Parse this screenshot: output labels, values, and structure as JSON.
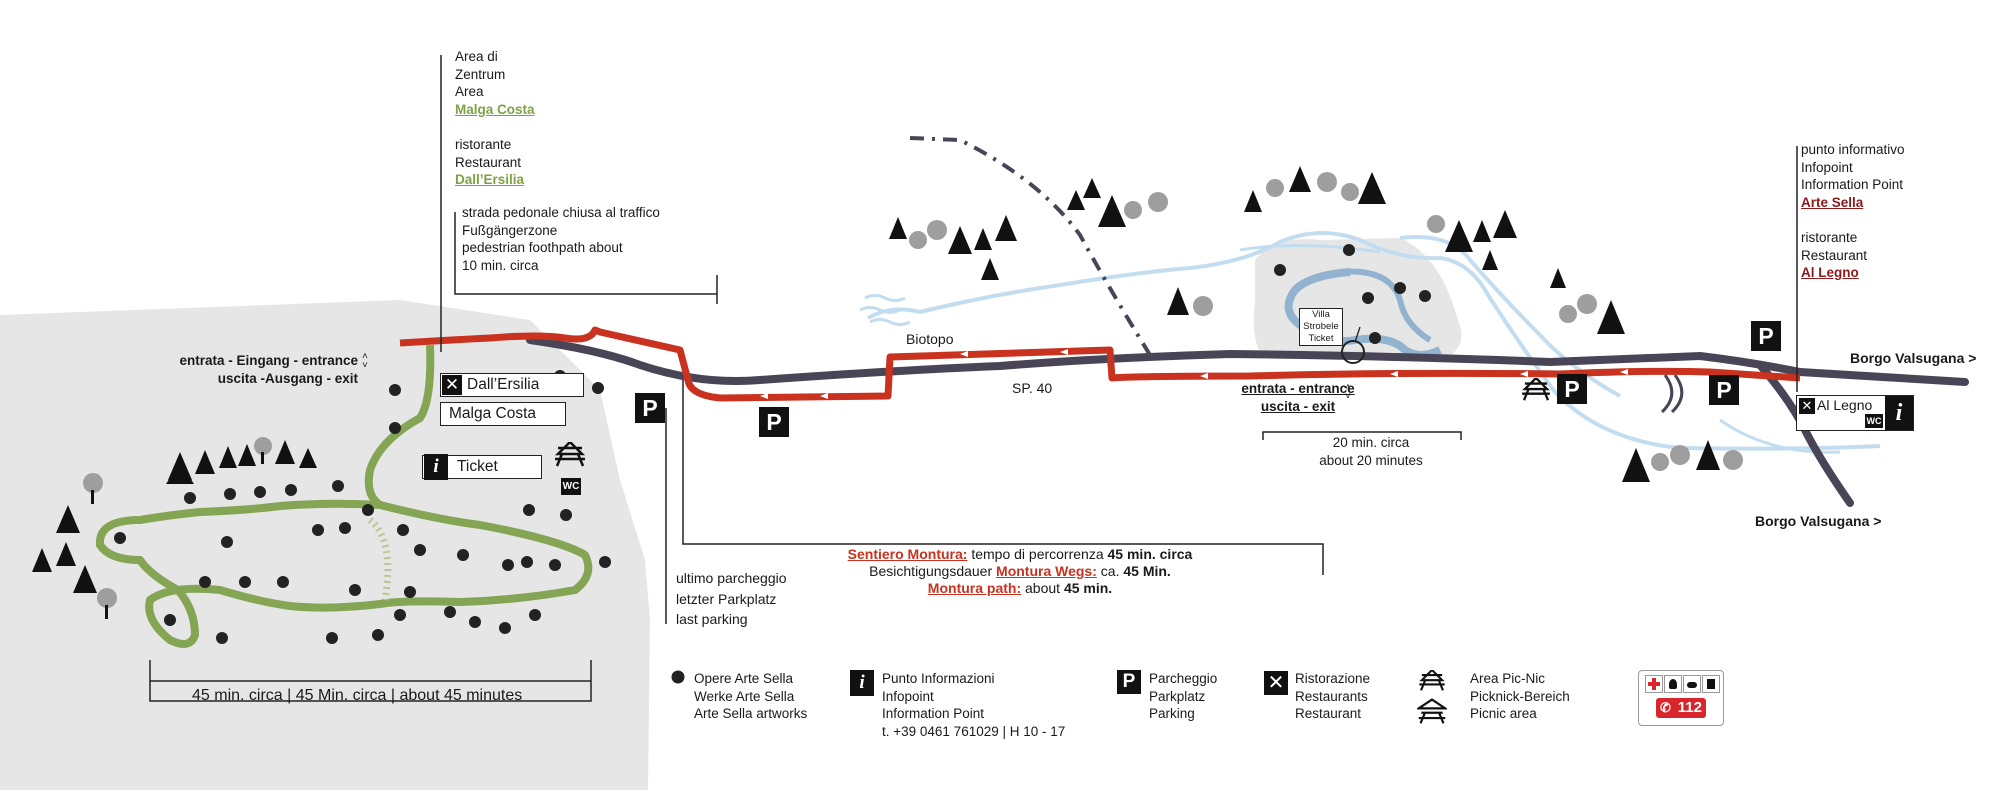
{
  "labels": {
    "area_zentrum": [
      "Area di",
      "Zentrum",
      "Area"
    ],
    "malga_costa_link": "Malga Costa",
    "ristorante": [
      "ristorante",
      "Restaurant"
    ],
    "dall_ersilia_link": "Dall’Ersilia",
    "pedestrian": [
      "strada pedonale chiusa al traffico",
      "Fußgängerzone",
      "pedestrian foothpath about",
      "10 min. circa"
    ],
    "entrance_left": [
      "entrata - Eingang - entrance",
      "uscita -Ausgang - exit"
    ],
    "box_dallersilia": "Dall’Ersilia",
    "box_malga_costa": "Malga Costa",
    "box_ticket": "Ticket",
    "biotopo": "Biotopo",
    "sp40": "SP. 40",
    "villa": [
      "Villa",
      "Strobele",
      "Ticket"
    ],
    "entrance_right": [
      "entrata - entrance",
      "uscita - exit"
    ],
    "min20": [
      "20 min. circa",
      "about 20 minutes"
    ],
    "infopoint_right": [
      "punto informativo",
      "Infopoint",
      "Information Point"
    ],
    "arte_sella_link": "Arte Sella",
    "ristorante_right": [
      "ristorante",
      "Restaurant"
    ],
    "al_legno_link": "Al Legno",
    "borgo_top": "Borgo Valsugana >",
    "borgo_bottom": "Borgo Valsugana >",
    "al_legno_box": "Al Legno",
    "wc": "WC",
    "last_parking": [
      "ultimo parcheggio",
      "letzter Parkplatz",
      "last parking"
    ],
    "montura": {
      "l1_link": "Sentiero Montura:",
      "l1_text": " tempo di percorrenza ",
      "l1_bold": "45 min. circa",
      "l2_text": "Besichtigungsdauer ",
      "l2_link": "Montura Wegs:",
      "l2_text2": " ca. ",
      "l2_bold": "45 Min.",
      "l3_link": "Montura path:",
      "l3_text": " about ",
      "l3_bold": "45 min."
    },
    "min45": "45 min. circa | 45  Min. circa  | about 45 minutes",
    "p": "P",
    "i": "i"
  },
  "legend": {
    "artworks": [
      "Opere Arte Sella",
      "Werke Arte Sella",
      "Arte Sella artworks"
    ],
    "infopoint": [
      "Punto Informazioni",
      "Infopoint",
      "Information Point",
      "t. +39 0461 761029 | H 10 - 17"
    ],
    "parking": [
      "Parcheggio",
      "Parkplatz",
      "Parking"
    ],
    "restaurant": [
      "Ristorazione",
      "Restaurants",
      "Restaurant"
    ],
    "picnic": [
      "Area Pic-Nic",
      "Picknick-Bereich",
      "Picnic area"
    ],
    "emergency": "112"
  },
  "colors": {
    "area_grey": "#e6e6e6",
    "road": "#4a4556",
    "red_path": "#c8321f",
    "green_path": "#84a553",
    "river": "#c3ddf0",
    "river_dark": "#92b3d0",
    "text": "#1a1a1a",
    "link_green": "#7ea146",
    "link_red": "#8b1a1a"
  }
}
